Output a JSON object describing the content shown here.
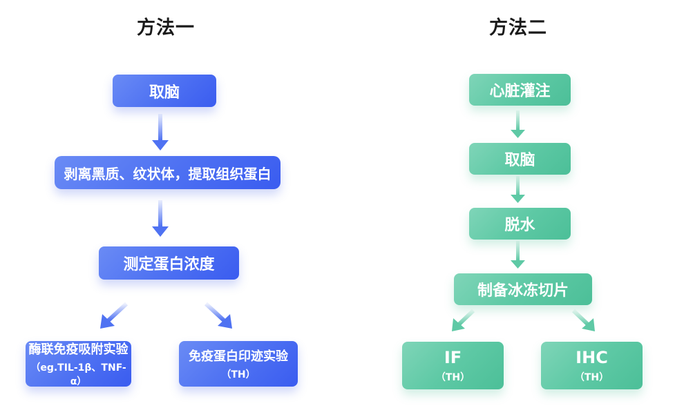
{
  "method1": {
    "title": "方法一",
    "color": "#4f72f2",
    "steps": [
      {
        "label": "取脑"
      },
      {
        "label": "剥离黑质、纹状体，提取组织蛋白"
      },
      {
        "label": "测定蛋白浓度"
      }
    ],
    "branches": [
      {
        "label": "酶联免疫吸附实验",
        "sub": "（eg.TIL-1β、TNF-α）"
      },
      {
        "label": "免疫蛋白印迹实验",
        "sub": "（TH）"
      }
    ]
  },
  "method2": {
    "title": "方法二",
    "color": "#5ec9a5",
    "steps": [
      {
        "label": "心脏灌注"
      },
      {
        "label": "取脑"
      },
      {
        "label": "脱水"
      },
      {
        "label": "制备冰冻切片"
      }
    ],
    "branches": [
      {
        "label": "IF",
        "sub": "（TH）"
      },
      {
        "label": "IHC",
        "sub": "（TH）"
      }
    ]
  }
}
